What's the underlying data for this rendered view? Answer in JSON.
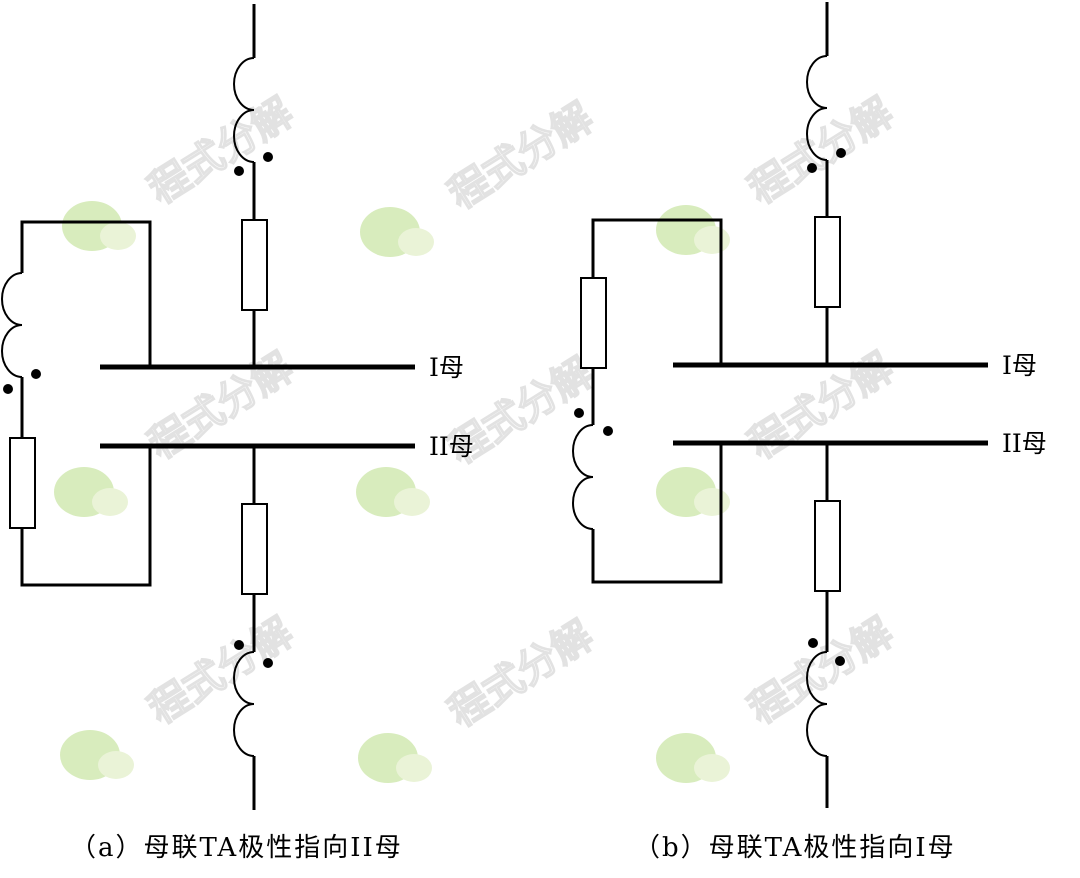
{
  "diagram_a": {
    "bus1_label": "I母",
    "bus2_label": "II母",
    "caption": "（a）母联TA极性指向II母"
  },
  "diagram_b": {
    "bus1_label": "I母",
    "bus2_label": "II母",
    "caption": "（b）母联TA极性指向I母"
  },
  "watermark": {
    "text": "程式分解",
    "icon": "chat-bubble-icon",
    "color": "#d8ecbd"
  },
  "colors": {
    "line": "#000000",
    "background": "#ffffff"
  }
}
